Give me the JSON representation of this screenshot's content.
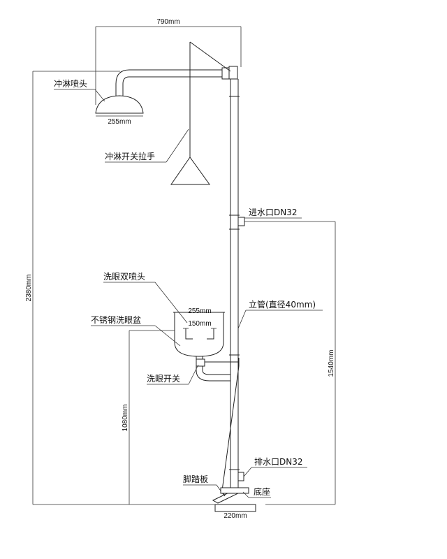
{
  "labels": {
    "shower_head": "冲淋喷头",
    "pull_handle": "冲淋开关拉手",
    "water_inlet": "进水口DN32",
    "eyewash_heads": "洗眼双喷头",
    "riser_pipe": "立管(直径40mm)",
    "basin": "不锈钢洗眼盆",
    "eyewash_switch": "洗眼开关",
    "drain_outlet": "排水口DN32",
    "foot_pedal": "脚踏板",
    "base": "底座"
  },
  "dimensions": {
    "top_width": "790mm",
    "shower_head_width": "255mm",
    "basin_width": "255mm",
    "basin_inner": "150mm",
    "total_height": "2380mm",
    "inlet_height": "1540mm",
    "basin_height": "1080mm",
    "base_width": "220mm"
  }
}
